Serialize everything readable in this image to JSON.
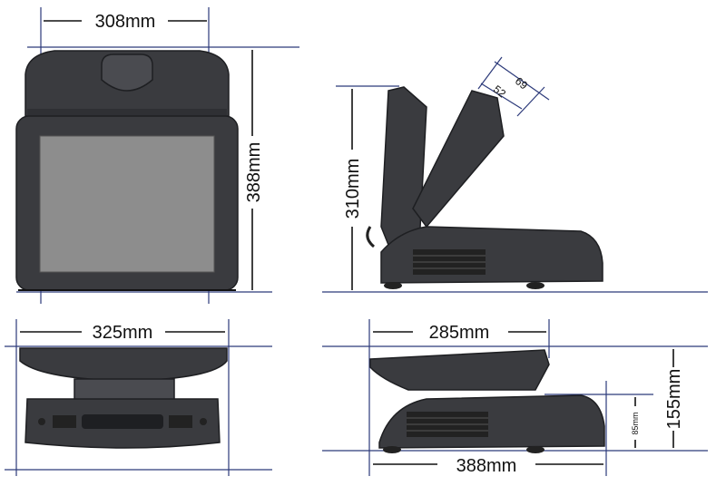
{
  "dimensions": {
    "front_width": "308mm",
    "front_height": "388mm",
    "side_height": "310mm",
    "side_top_69": "69",
    "side_top_52": "52",
    "bottom_left_width": "325mm",
    "bottom_right_top_width": "285mm",
    "bottom_right_bottom_width": "388mm",
    "bottom_right_total_height": "155mm",
    "bottom_right_base_height": "85mm"
  },
  "colors": {
    "dimension_line": "#2c3a7a",
    "device_body": "#3a3b3f",
    "screen": "#8d8d8d"
  }
}
